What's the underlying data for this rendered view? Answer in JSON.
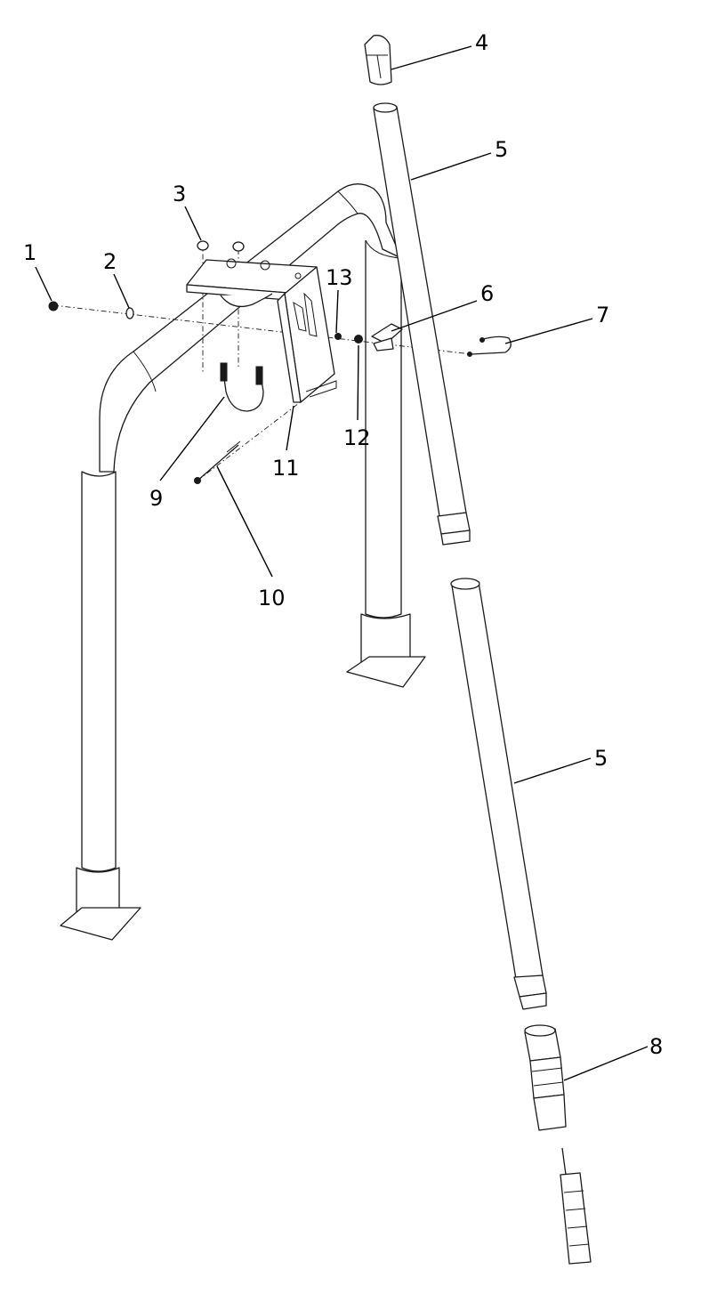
{
  "callouts": {
    "c1": "1",
    "c2": "2",
    "c3": "3",
    "c4": "4",
    "c5a": "5",
    "c5b": "5",
    "c6": "6",
    "c7": "7",
    "c8": "8",
    "c9": "9",
    "c10": "10",
    "c11": "11",
    "c12": "12",
    "c13": "13"
  },
  "colors": {
    "line": "#1a1a1a",
    "background": "#ffffff"
  }
}
